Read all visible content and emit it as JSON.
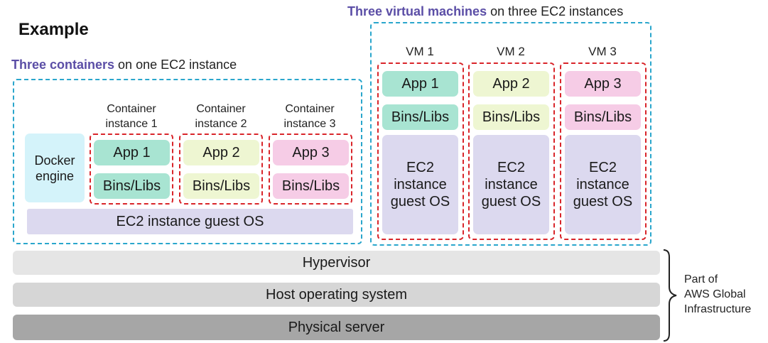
{
  "title": "Example",
  "vm_heading": {
    "bold": "Three virtual machines",
    "rest": " on three EC2 instances"
  },
  "container_heading": {
    "bold": "Three containers",
    "rest": " on one EC2 instance"
  },
  "docker_engine": "Docker\nengine",
  "guest_os": "EC2 instance guest OS",
  "containers": [
    {
      "label": "Container\ninstance 1",
      "app": "App 1",
      "libs": "Bins/Libs"
    },
    {
      "label": "Container\ninstance 2",
      "app": "App 2",
      "libs": "Bins/Libs"
    },
    {
      "label": "Container\ninstance 3",
      "app": "App 3",
      "libs": "Bins/Libs"
    }
  ],
  "vms": [
    {
      "label": "VM 1",
      "app": "App 1",
      "libs": "Bins/Libs",
      "os": "EC2\ninstance\nguest OS"
    },
    {
      "label": "VM 2",
      "app": "App 2",
      "libs": "Bins/Libs",
      "os": "EC2\ninstance\nguest OS"
    },
    {
      "label": "VM 3",
      "app": "App 3",
      "libs": "Bins/Libs",
      "os": "EC2\ninstance\nguest OS"
    }
  ],
  "layers": {
    "hypervisor": "Hypervisor",
    "host_os": "Host operating system",
    "physical": "Physical server"
  },
  "brace_label": "Part of\nAWS Global\nInfrastructure",
  "colors": {
    "accent_text": "#5b4ea6",
    "blue_dash": "#2aa6cc",
    "red_dash": "#d9252a",
    "green": "#a8e4d2",
    "yellow": "#eef6d2",
    "pink": "#f6cce6",
    "lavender": "#dcd9ef",
    "docker": "#d4f3fa",
    "layer_light": "#e5e5e5",
    "layer_mid": "#d6d6d6",
    "layer_dark": "#a6a6a6"
  }
}
